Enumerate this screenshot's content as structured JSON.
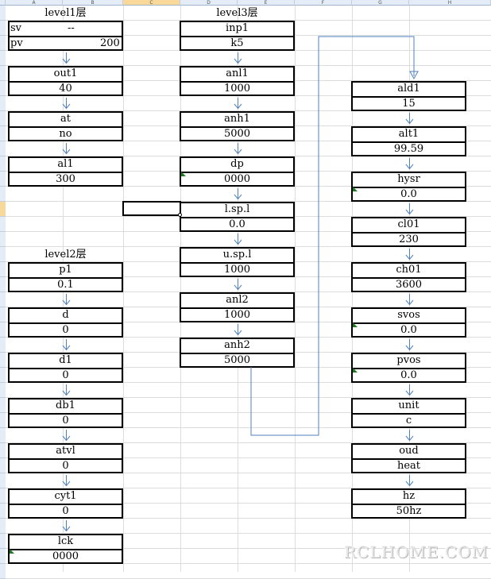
{
  "columns": [
    "A",
    "B",
    "C",
    "D",
    "E",
    "F",
    "G",
    "H"
  ],
  "selected_column": "C",
  "level1": {
    "title": "level1层",
    "sv": {
      "label": "sv",
      "value": "--"
    },
    "pv": {
      "label": "pv",
      "value": "200"
    },
    "items": [
      {
        "name": "out1",
        "value": "40"
      },
      {
        "name": "at",
        "value": "no"
      },
      {
        "name": "al1",
        "value": "300"
      }
    ]
  },
  "level2": {
    "title": "level2层",
    "items": [
      {
        "name": "p1",
        "value": "0.1"
      },
      {
        "name": "d",
        "value": "0"
      },
      {
        "name": "d1",
        "value": "0"
      },
      {
        "name": "db1",
        "value": "0"
      },
      {
        "name": "atvl",
        "value": "0"
      },
      {
        "name": "cyt1",
        "value": "0"
      },
      {
        "name": "lck",
        "value": "0000"
      }
    ]
  },
  "level3": {
    "title": "level3层",
    "items": [
      {
        "name": "inp1",
        "value": "k5"
      },
      {
        "name": "anl1",
        "value": "1000"
      },
      {
        "name": "anh1",
        "value": "5000"
      },
      {
        "name": "dp",
        "value": "0000"
      },
      {
        "name": "l.sp.l",
        "value": "0.0"
      },
      {
        "name": "u.sp.l",
        "value": "1000"
      },
      {
        "name": "anl2",
        "value": "1000"
      },
      {
        "name": "anh2",
        "value": "5000"
      }
    ]
  },
  "level3b": {
    "items": [
      {
        "name": "ald1",
        "value": "15"
      },
      {
        "name": "alt1",
        "value": "99.59"
      },
      {
        "name": "hysr",
        "value": "0.0"
      },
      {
        "name": "cl01",
        "value": "230"
      },
      {
        "name": "ch01",
        "value": "3600"
      },
      {
        "name": "svos",
        "value": "0.0"
      },
      {
        "name": "pvos",
        "value": "0.0"
      },
      {
        "name": "unit",
        "value": "c"
      },
      {
        "name": "oud",
        "value": "heat"
      },
      {
        "name": "hz",
        "value": "50hz"
      }
    ]
  },
  "watermark": "RCLHOME.COM",
  "colors": {
    "arrow": "#4f81bd",
    "border": "#000000",
    "header_bg": "#e4ecf7",
    "selected_header": "#f9d99a"
  }
}
